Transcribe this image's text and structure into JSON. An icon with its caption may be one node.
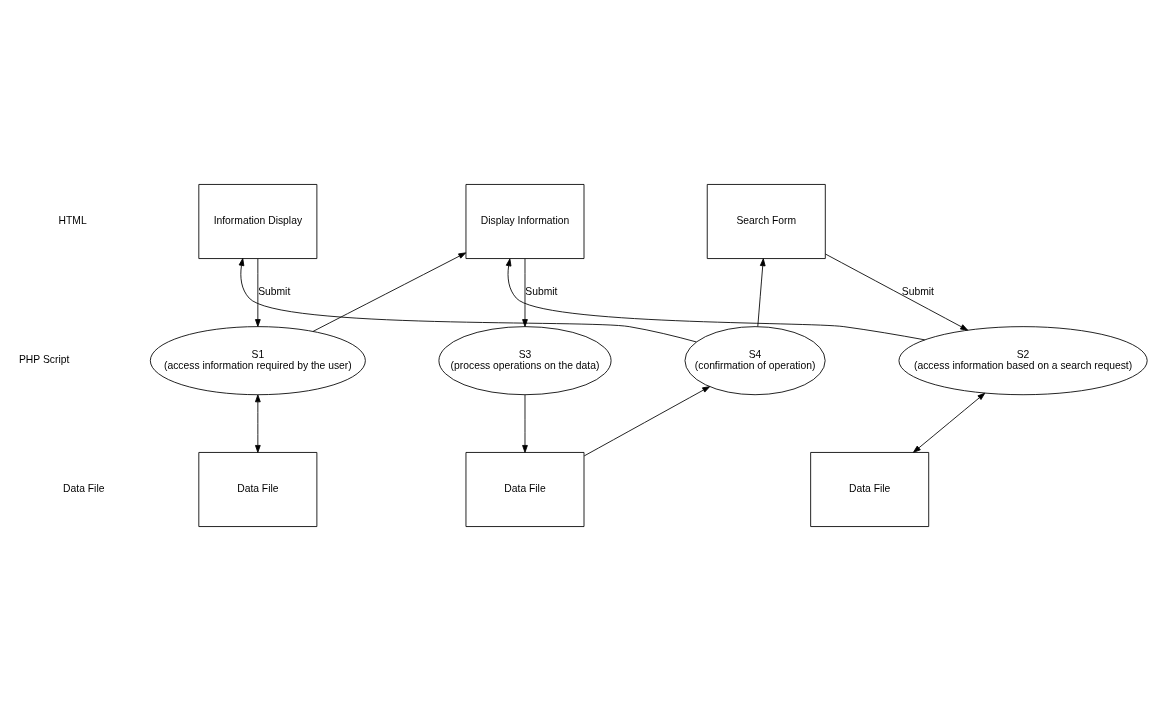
{
  "diagram": {
    "nodes": [
      {
        "text": [
          "Information Display"
        ]
      },
      {
        "text": [
          "Display Information"
        ]
      },
      {
        "text": [
          "Search Form"
        ]
      },
      {
        "text": [
          "S1",
          "(access information required by the user)"
        ]
      },
      {
        "text": [
          "S3",
          "(process operations on the data)"
        ]
      },
      {
        "text": [
          "S4",
          "(confirmation of operation)"
        ]
      },
      {
        "text": [
          "S2",
          "(access information based on a search request)"
        ]
      },
      {
        "text": [
          "Data File"
        ]
      },
      {
        "text": [
          "Data File"
        ]
      },
      {
        "text": [
          "Data File"
        ]
      }
    ],
    "edges": [
      {
        "from": 0,
        "to": 3,
        "arrow": "to",
        "label": "Submit"
      },
      {
        "from": 3,
        "to": 1,
        "arrow": "to"
      },
      {
        "from": 1,
        "to": 4,
        "arrow": "to",
        "label": "Submit"
      },
      {
        "from": 2,
        "to": 6,
        "arrow": "to",
        "label": "Submit"
      },
      {
        "from": 3,
        "to": 7,
        "arrow": "both"
      },
      {
        "from": 4,
        "to": 8,
        "arrow": "to"
      },
      {
        "from": 8,
        "to": 5,
        "arrow": "to"
      },
      {
        "from": 5,
        "to": 0,
        "arrow": "to"
      },
      {
        "from": 5,
        "to": 2,
        "arrow": "to"
      },
      {
        "from": 6,
        "to": 1,
        "arrow": "to"
      },
      {
        "from": 6,
        "to": 9,
        "arrow": "both"
      }
    ],
    "labels": [
      "HTML",
      "PHP Script",
      "Data File"
    ]
  }
}
